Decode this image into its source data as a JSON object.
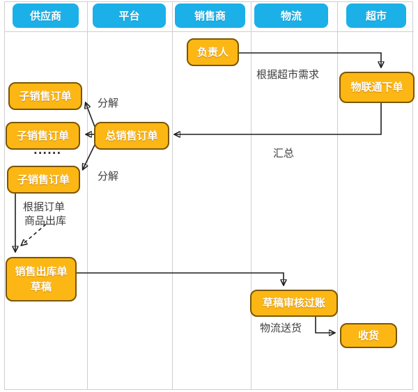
{
  "diagram": {
    "lanes": [
      {
        "label": "供应商"
      },
      {
        "label": "平台"
      },
      {
        "label": "销售商"
      },
      {
        "label": "物流"
      },
      {
        "label": "超市"
      }
    ],
    "nodes": {
      "fuzeren": {
        "label": "负责人",
        "lane": "销售商"
      },
      "wlt": {
        "label": "物联通下单",
        "lane": "超市"
      },
      "zong": {
        "label": "总销售订单",
        "lane": "平台"
      },
      "zi1": {
        "label": "子销售订单",
        "lane": "供应商"
      },
      "zi2": {
        "label": "子销售订单",
        "lane": "供应商"
      },
      "zi3": {
        "label": "子销售订单",
        "lane": "供应商"
      },
      "draft": {
        "line1": "销售出库单",
        "line2": "草稿",
        "lane": "供应商"
      },
      "shenhe": {
        "label": "草稿审核过账",
        "lane": "物流"
      },
      "shouhuo": {
        "label": "收货",
        "lane": "超市"
      }
    },
    "labels": {
      "demand": "根据超市需求",
      "summarize": "汇总",
      "decompose_top": "分解",
      "decompose_bottom": "分解",
      "ellipsis": "......",
      "per_order_line1": "根据订单",
      "per_order_line2": "商品出库",
      "delivery": "物流送货"
    },
    "colors": {
      "lane_header_fill": "#1cb0e8",
      "node_fill": "#fdb714",
      "node_border": "#7a5600",
      "grid_line": "#cfcfcf",
      "arrow": "#1f1f1f",
      "label_text": "#3f3f3f"
    }
  }
}
